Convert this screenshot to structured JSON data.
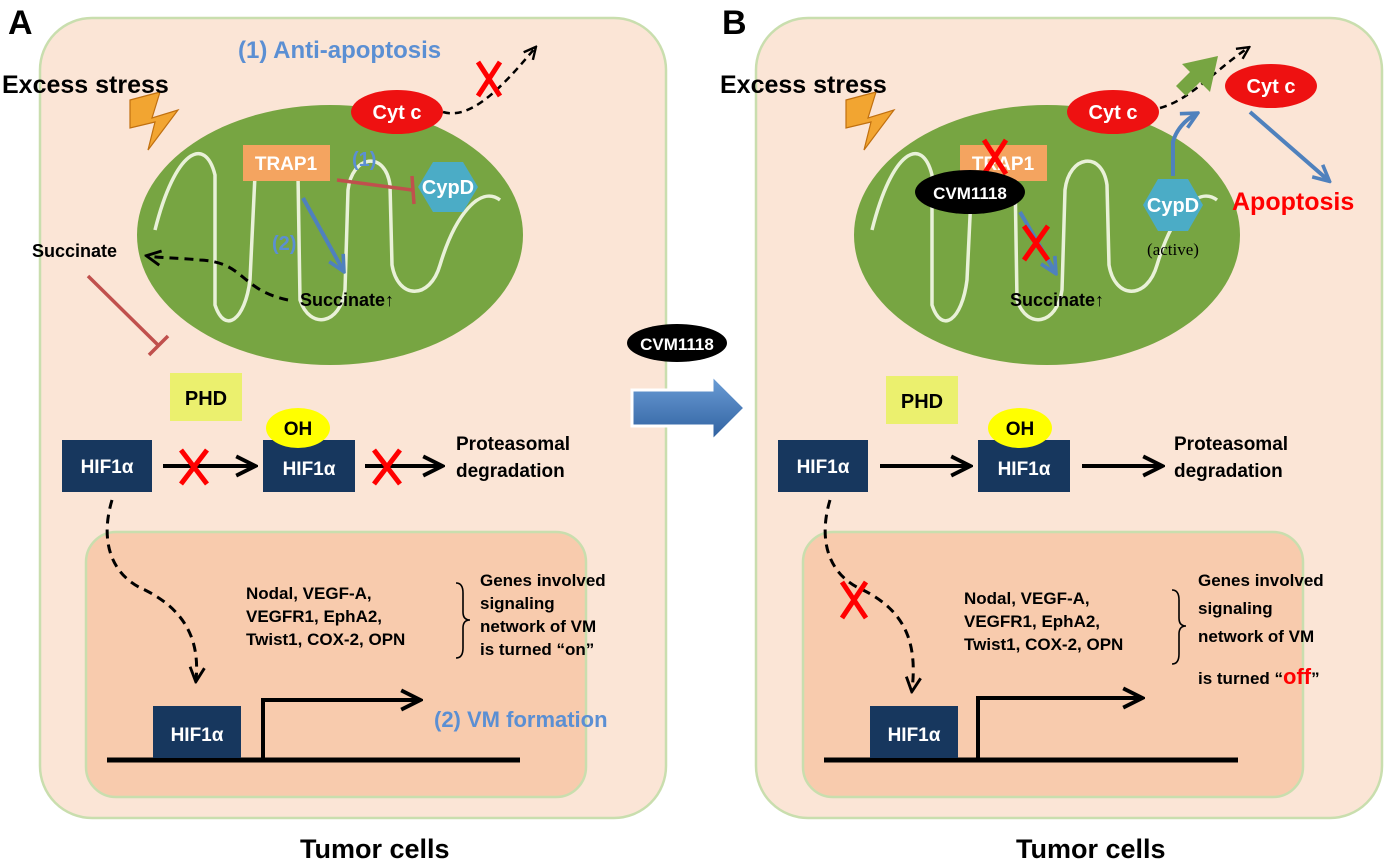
{
  "panelA": {
    "letter": "A",
    "stress": "Excess stress",
    "anti_apoptosis": "(1) Anti-apoptosis",
    "cytc": "Cyt c",
    "trap1": "TRAP1",
    "mark1": "(1)",
    "cypd": "CypD",
    "mark2": "(2)",
    "succinate_out": "Succinate",
    "succinate_in": "Succinate↑",
    "phd": "PHD",
    "oh": "OH",
    "hif1": "HIF1α",
    "hif2": "HIF1α",
    "proteasomal_1": "Proteasomal",
    "proteasomal_2": "degradation",
    "genes": [
      "Nodal, VEGF-A,",
      "VEGFR1, EphA2,",
      "Twist1, COX-2, OPN"
    ],
    "note_1": "Genes involved",
    "note_2": "signaling",
    "note_3": "network of VM",
    "note_4": "is turned “on”",
    "vm": "(2) VM formation",
    "hif_gene": "HIF1α",
    "caption": "Tumor cells"
  },
  "middle": {
    "drug": "CVM1118"
  },
  "panelB": {
    "letter": "B",
    "stress": "Excess stress",
    "cytc_in": "Cyt c",
    "cytc_out": "Cyt c",
    "trap1": "TRAP1",
    "drug": "CVM1118",
    "cypd": "CypD",
    "active": "(active)",
    "apoptosis": "Apoptosis",
    "succinate_in": "Succinate↑",
    "phd": "PHD",
    "oh": "OH",
    "hif1": "HIF1α",
    "hif2": "HIF1α",
    "proteasomal_1": "Proteasomal",
    "proteasomal_2": "degradation",
    "genes": [
      "Nodal, VEGF-A,",
      "VEGFR1, EphA2,",
      "Twist1, COX-2, OPN"
    ],
    "note_1": "Genes involved",
    "note_2": "signaling",
    "note_3": "network of VM",
    "note_4a": "is turned “",
    "note_4b": "off",
    "note_4c": "”",
    "hif_gene": "HIF1α",
    "caption": "Tumor cells"
  },
  "colors": {
    "cell": "#fbe5d6",
    "cell_border": "#c9deae",
    "nucleus": "#f8cbad",
    "mito": "#77a542",
    "cristae": "#e9f1d8",
    "hif_box": "#17375e",
    "phd_box": "#ebf06e",
    "oh_ellipse": "#ffff00",
    "trap1": "#f4a460",
    "cypd": "#4bacc6",
    "cytc": "#ee1111",
    "blue_arrow": "#4f81bd",
    "inhibit": "#c0504d",
    "red_x": "#ff0000",
    "blue_text": "#5b8fd3"
  }
}
